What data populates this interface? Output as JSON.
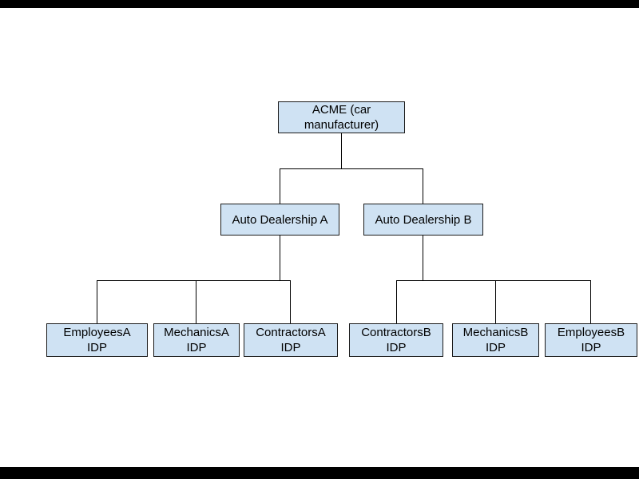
{
  "diagram": {
    "background": "#ffffff",
    "letterbox_color": "#000000",
    "node_fill": "#cfe2f3",
    "node_border": "#1a1a1a",
    "connector_color": "#000000",
    "text_color": "#000000",
    "root": {
      "label": "ACME (car\nmanufacturer)"
    },
    "dealerships": [
      {
        "label": "Auto Dealership A"
      },
      {
        "label": "Auto Dealership B"
      }
    ],
    "idps": [
      {
        "label": "EmployeesA\nIDP"
      },
      {
        "label": "MechanicsA\nIDP"
      },
      {
        "label": "ContractorsA\nIDP"
      },
      {
        "label": "ContractorsB\nIDP"
      },
      {
        "label": "MechanicsB\nIDP"
      },
      {
        "label": "EmployeesB\nIDP"
      }
    ]
  }
}
